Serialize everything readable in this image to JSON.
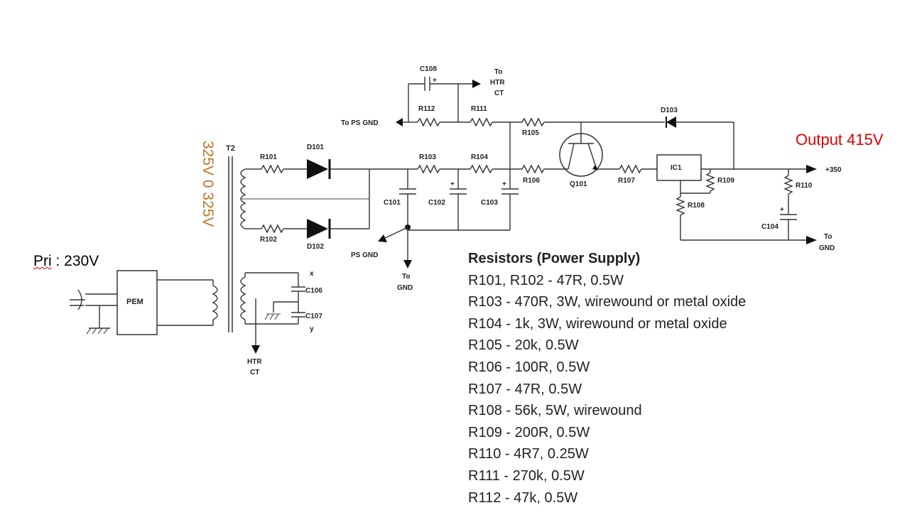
{
  "overlay": {
    "primary_label": "Pri : 230V",
    "primary_label_prefix": "Pri",
    "primary_label_suffix": " : 230V",
    "secondary_voltage_label": "325V 0 325V",
    "output_label": "Output 415V",
    "output_color": "#e00000",
    "secondary_color": "#c0732a"
  },
  "schematic": {
    "labels": {
      "t2": "T2",
      "pem": "PEM",
      "r101": "R101",
      "r102": "R102",
      "d101": "D101",
      "d102": "D102",
      "r103": "R103",
      "r104": "R104",
      "r105": "R105",
      "r106": "R106",
      "r107": "R107",
      "r108": "R108",
      "r109": "R109",
      "r110": "R110",
      "r111": "R111",
      "r112": "R112",
      "c101": "C101",
      "c102": "C102",
      "c103": "C103",
      "c104": "C104",
      "c106": "C106",
      "c107": "C107",
      "c108": "C108",
      "q101": "Q101",
      "ic1": "IC1",
      "d103": "D103",
      "ps_gnd": "PS GND",
      "to_ps_gnd": "To PS GND",
      "to_gnd_1": "To",
      "to_gnd_2": "GND",
      "to_htr_1": "To",
      "to_htr_2": "HTR",
      "to_htr_3": "CT",
      "htr_ct_1": "HTR",
      "htr_ct_2": "CT",
      "plus_350": "+350",
      "out_to_gnd_1": "To",
      "out_to_gnd_2": "GND",
      "x": "x",
      "y": "y"
    }
  },
  "parts_list": {
    "title": "Resistors (Power Supply)",
    "items": [
      "R101, R102 - 47R, 0.5W",
      "R103 - 470R, 3W, wirewound or metal oxide",
      "R104 - 1k, 3W, wirewound or metal oxide",
      "R105 - 20k, 0.5W",
      "R106 - 100R, 0.5W",
      "R107 - 47R, 0.5W",
      "R108 - 56k, 5W, wirewound",
      "R109 - 200R, 0.5W",
      "R110 - 4R7, 0.25W",
      "R111 - 270k, 0.5W",
      "R112 - 47k, 0.5W"
    ]
  }
}
